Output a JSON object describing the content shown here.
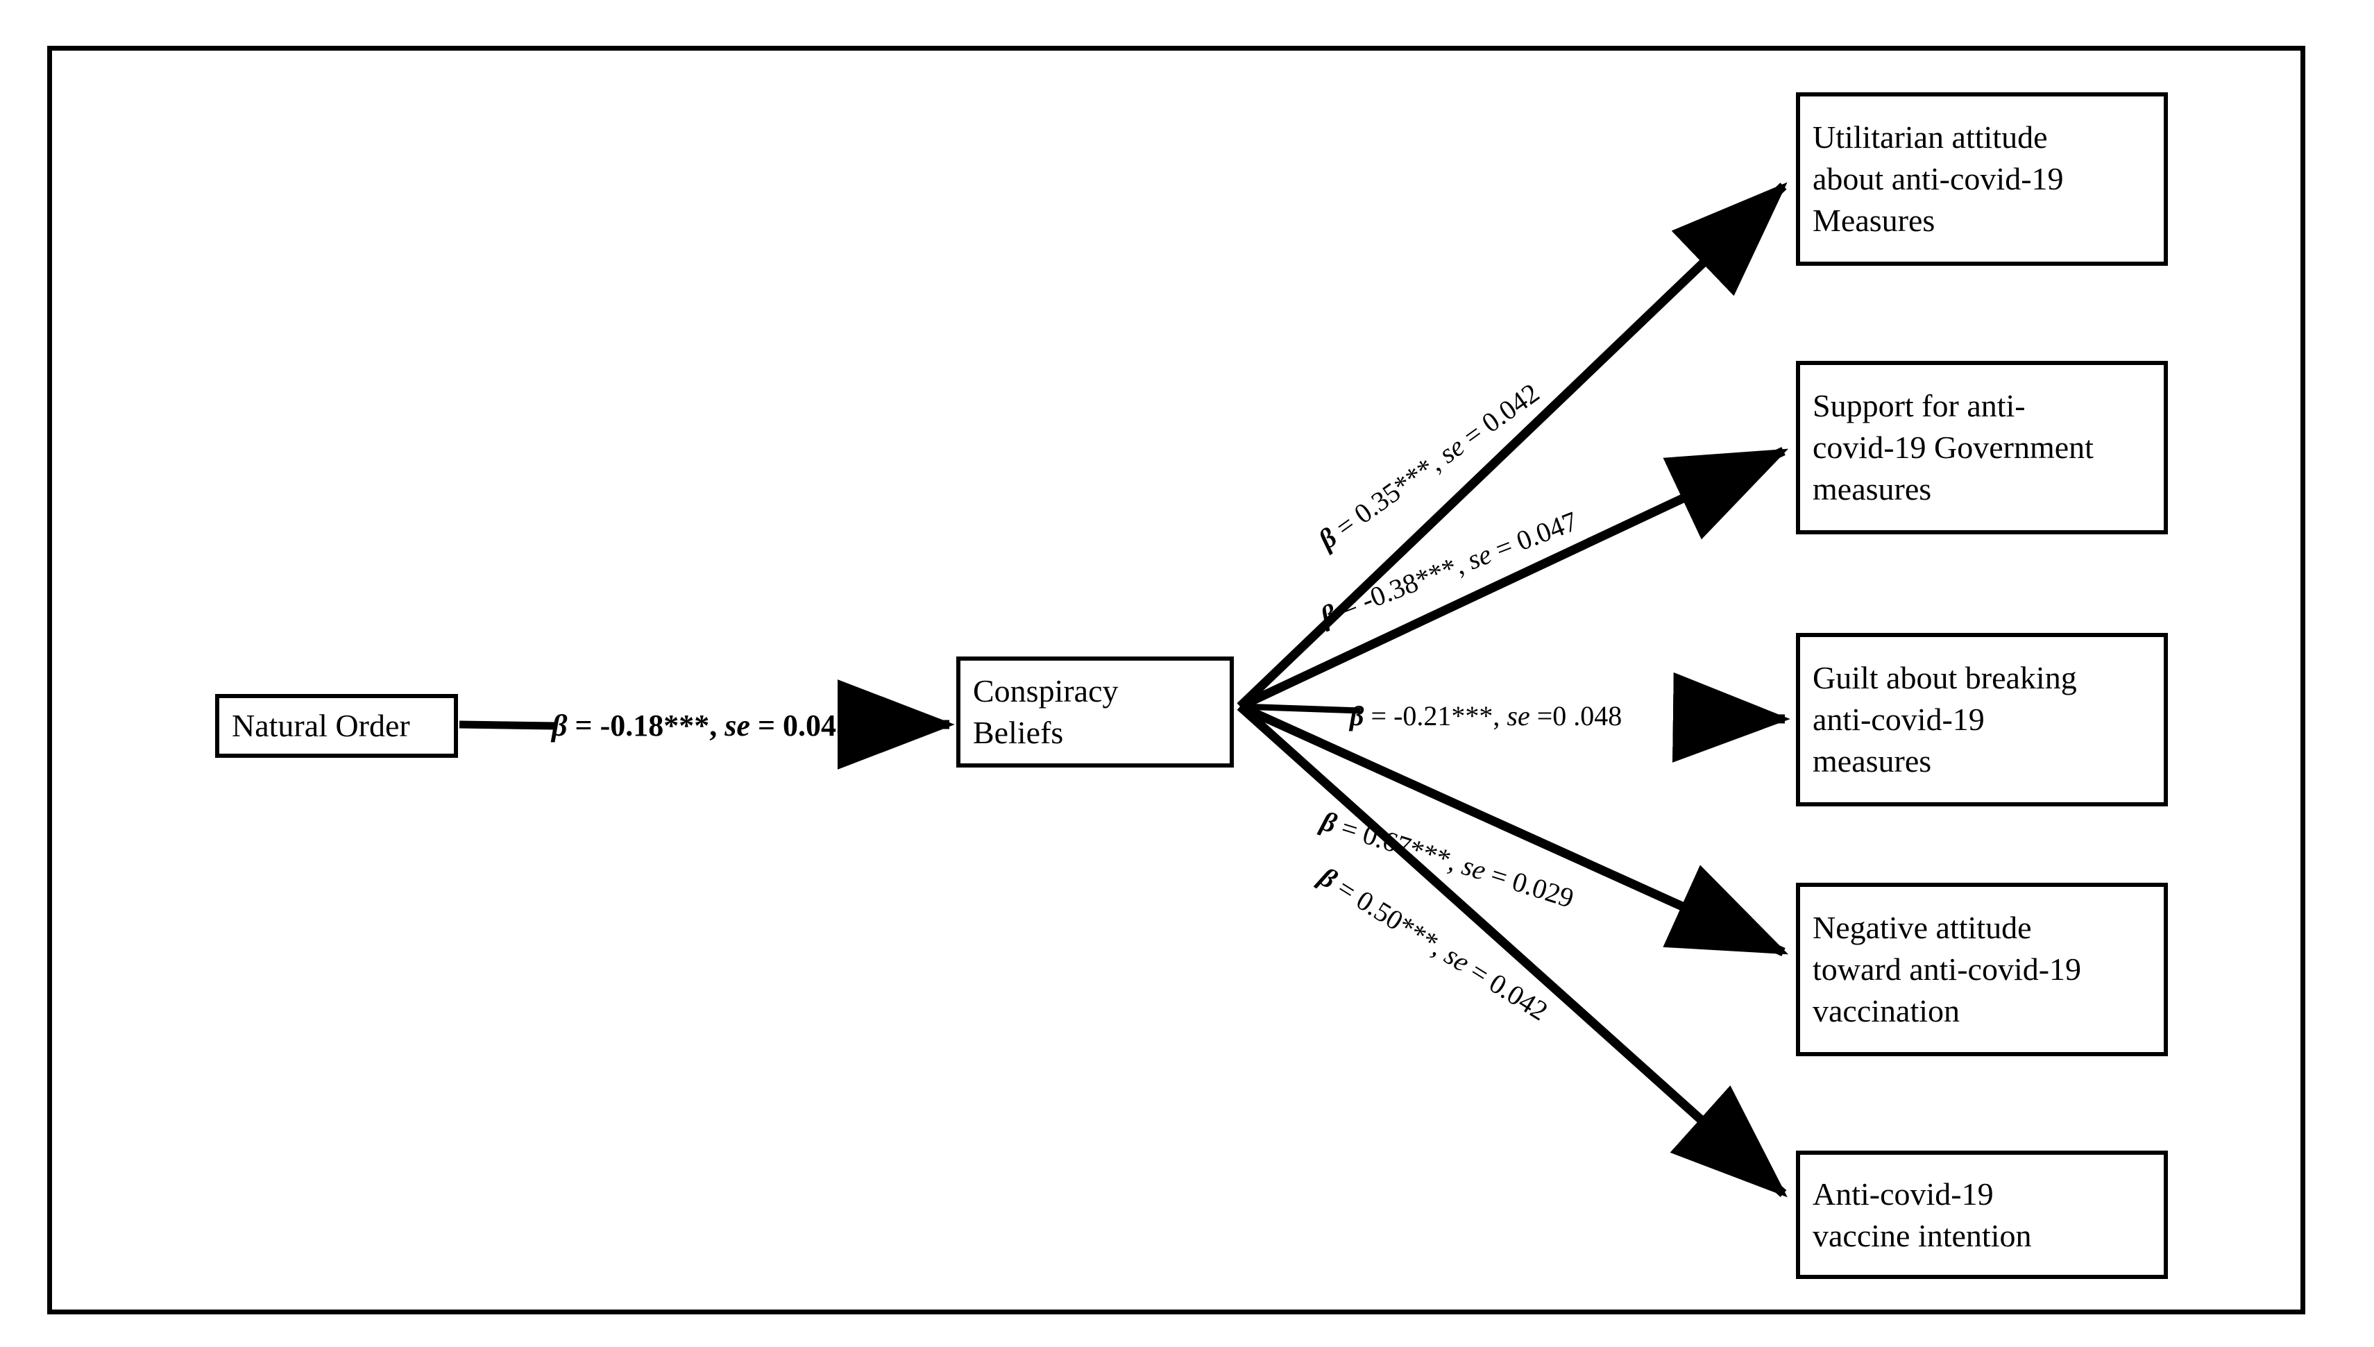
{
  "figure": {
    "type": "path-diagram",
    "border_color": "#000000",
    "background": "#ffffff"
  },
  "nodes": {
    "predictor": {
      "id": "natural-order",
      "label": "Natural Order"
    },
    "mediator": {
      "id": "conspiracy-beliefs",
      "label": "Conspiracy\nBeliefs",
      "line1": "Conspiracy",
      "line2": "Beliefs"
    },
    "outcomes": [
      {
        "id": "utilitarian-attitude",
        "label": "Utilitarian attitude about anti-covid-19 Measures",
        "lines": [
          "Utilitarian attitude",
          "about anti-covid-19",
          "Measures"
        ]
      },
      {
        "id": "support-government-measures",
        "label": "Support for anti-covid-19 Government measures",
        "lines": [
          "Support for anti-",
          "covid-19 Government",
          "measures"
        ]
      },
      {
        "id": "guilt-breaking-measures",
        "label": "Guilt about breaking anti-covid-19 measures",
        "lines": [
          "Guilt about breaking",
          "anti-covid-19",
          "measures"
        ]
      },
      {
        "id": "negative-attitude-vaccination",
        "label": "Negative attitude toward anti-covid-19 vaccination",
        "lines": [
          "Negative attitude",
          "toward anti-covid-19",
          "vaccination"
        ]
      },
      {
        "id": "vaccine-intention",
        "label": "Anti-covid-19 vaccine intention",
        "lines": [
          "Anti-covid-19",
          "vaccine intention"
        ]
      }
    ]
  },
  "edges": [
    {
      "id": "natural-order-to-conspiracy",
      "from": "Natural Order",
      "to": "Conspiracy Beliefs",
      "beta": "-0.18",
      "stars": "***",
      "se": "0.045",
      "label_prefix": " = ",
      "label_value": "-0.18***, ",
      "label_se_prefix": " = ",
      "label_se": "0.045"
    },
    {
      "id": "conspiracy-to-utilitarian",
      "from": "Conspiracy Beliefs",
      "to": "Utilitarian attitude about anti-covid-19 Measures",
      "beta": "0.35",
      "stars": "***",
      "se": "0.042",
      "label_value": "0.35***, ",
      "label_se": "0.042"
    },
    {
      "id": "conspiracy-to-support",
      "from": "Conspiracy Beliefs",
      "to": "Support for anti-covid-19 Government measures",
      "beta": "-0.38",
      "stars": "***",
      "se": "0.047",
      "label_value": "-0.38***, ",
      "label_se": "0.047"
    },
    {
      "id": "conspiracy-to-guilt",
      "from": "Conspiracy Beliefs",
      "to": "Guilt about breaking anti-covid-19 measures",
      "beta": "-0.21",
      "stars": "***",
      "se": "0.048",
      "label_value": "-0.21***, ",
      "label_se": "0 .048",
      "label_se_prefix": " ="
    },
    {
      "id": "conspiracy-to-negative-attitude",
      "from": "Conspiracy Beliefs",
      "to": "Negative attitude toward anti-covid-19 vaccination",
      "beta": "0.67",
      "stars": "***",
      "se": "0.029",
      "label_value": "0.67***, ",
      "label_se": "0.029"
    },
    {
      "id": "conspiracy-to-vaccine-intention",
      "from": "Conspiracy Beliefs",
      "to": "Anti-covid-19 vaccine intention",
      "beta": "0.50",
      "stars": "***",
      "se": "0.042",
      "label_value": "0.50***, ",
      "label_se": "0.042"
    }
  ],
  "symbols": {
    "beta": "β",
    "se": "se",
    "equals": " = "
  },
  "chart_data": {
    "type": "diagram",
    "title": "",
    "paths": [
      {
        "predictor": "Natural Order",
        "outcome": "Conspiracy Beliefs",
        "beta": -0.18,
        "se": 0.045,
        "significance": "***"
      },
      {
        "predictor": "Conspiracy Beliefs",
        "outcome": "Utilitarian attitude about anti-covid-19 Measures",
        "beta": 0.35,
        "se": 0.042,
        "significance": "***"
      },
      {
        "predictor": "Conspiracy Beliefs",
        "outcome": "Support for anti-covid-19 Government measures",
        "beta": -0.38,
        "se": 0.047,
        "significance": "***"
      },
      {
        "predictor": "Conspiracy Beliefs",
        "outcome": "Guilt about breaking anti-covid-19 measures",
        "beta": -0.21,
        "se": 0.048,
        "significance": "***"
      },
      {
        "predictor": "Conspiracy Beliefs",
        "outcome": "Negative attitude toward anti-covid-19 vaccination",
        "beta": 0.67,
        "se": 0.029,
        "significance": "***"
      },
      {
        "predictor": "Conspiracy Beliefs",
        "outcome": "Anti-covid-19 vaccine intention",
        "beta": 0.5,
        "se": 0.042,
        "significance": "***"
      }
    ]
  }
}
